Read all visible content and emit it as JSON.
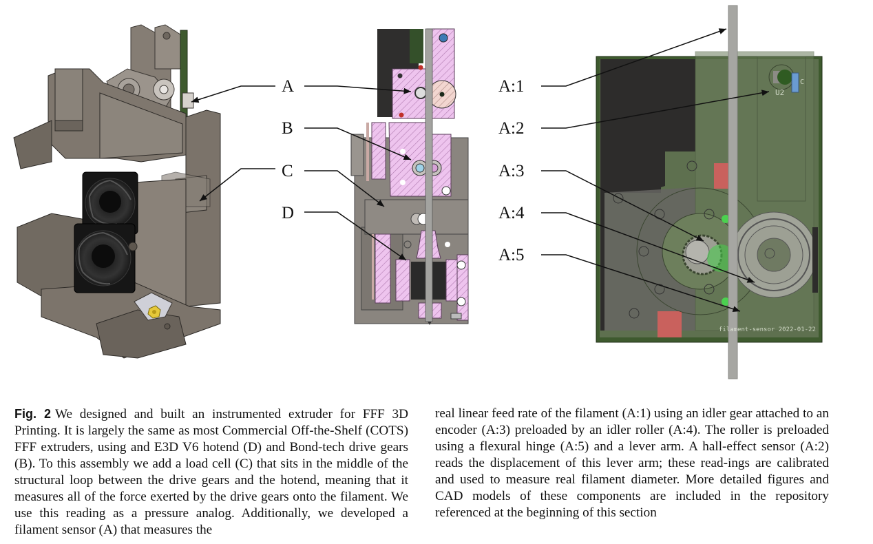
{
  "figure": {
    "panels": [
      {
        "name": "extruder-isometric-view",
        "description": "Isometric CAD render of the instrumented extruder assembly with two cooling fans"
      },
      {
        "name": "extruder-section-view",
        "description": "Cross-section CAD view of the extruder with hatched cut faces"
      },
      {
        "name": "filament-sensor-view",
        "description": "Transparent PCB view of the filament sensor with encoder, idler roller and hall-effect sensor"
      }
    ],
    "labels_main": [
      "A",
      "B",
      "C",
      "D"
    ],
    "labels_sensor": [
      "A:1",
      "A:2",
      "A:3",
      "A:4",
      "A:5"
    ],
    "board_silkscreen": {
      "part_ref": "U2",
      "pad_ref": "C",
      "title": "filament-sensor 2022-01-22"
    },
    "colors": {
      "cad_grey": "#7d766e",
      "section_pink": "#e6b8e6",
      "pcb_green": "#5d6e4f",
      "pcb_dark": "#2e2d2c",
      "fan_black": "#1a1a1a",
      "filament_grey": "#a9a9a6",
      "pad_red": "#c8625e"
    }
  },
  "caption": {
    "fig_label": "Fig. 2",
    "left_text": "We designed and built an instrumented extruder for FFF 3D Printing. It is largely the same as most Commercial Off-the-Shelf (COTS) FFF extruders, using and E3D V6 hotend (D) and Bond-tech drive gears (B). To this assembly we add a load cell (C) that sits in the middle of the structural loop between the drive gears and the hotend, meaning that it measures all of the force exerted by the drive gears onto the filament. We use this reading as a pressure analog. Additionally, we developed a filament sensor (A) that measures the",
    "right_text": "real linear feed rate of the filament (A:1) using an idler gear attached to an encoder (A:3) preloaded by an idler roller (A:4). The roller is preloaded using a flexural hinge (A:5) and a lever arm. A hall-effect sensor (A:2) reads the displacement of this lever arm; these read-ings are calibrated and used to measure real filament diameter. More detailed figures and CAD models of these components are included in the repository referenced at the beginning of this section"
  }
}
